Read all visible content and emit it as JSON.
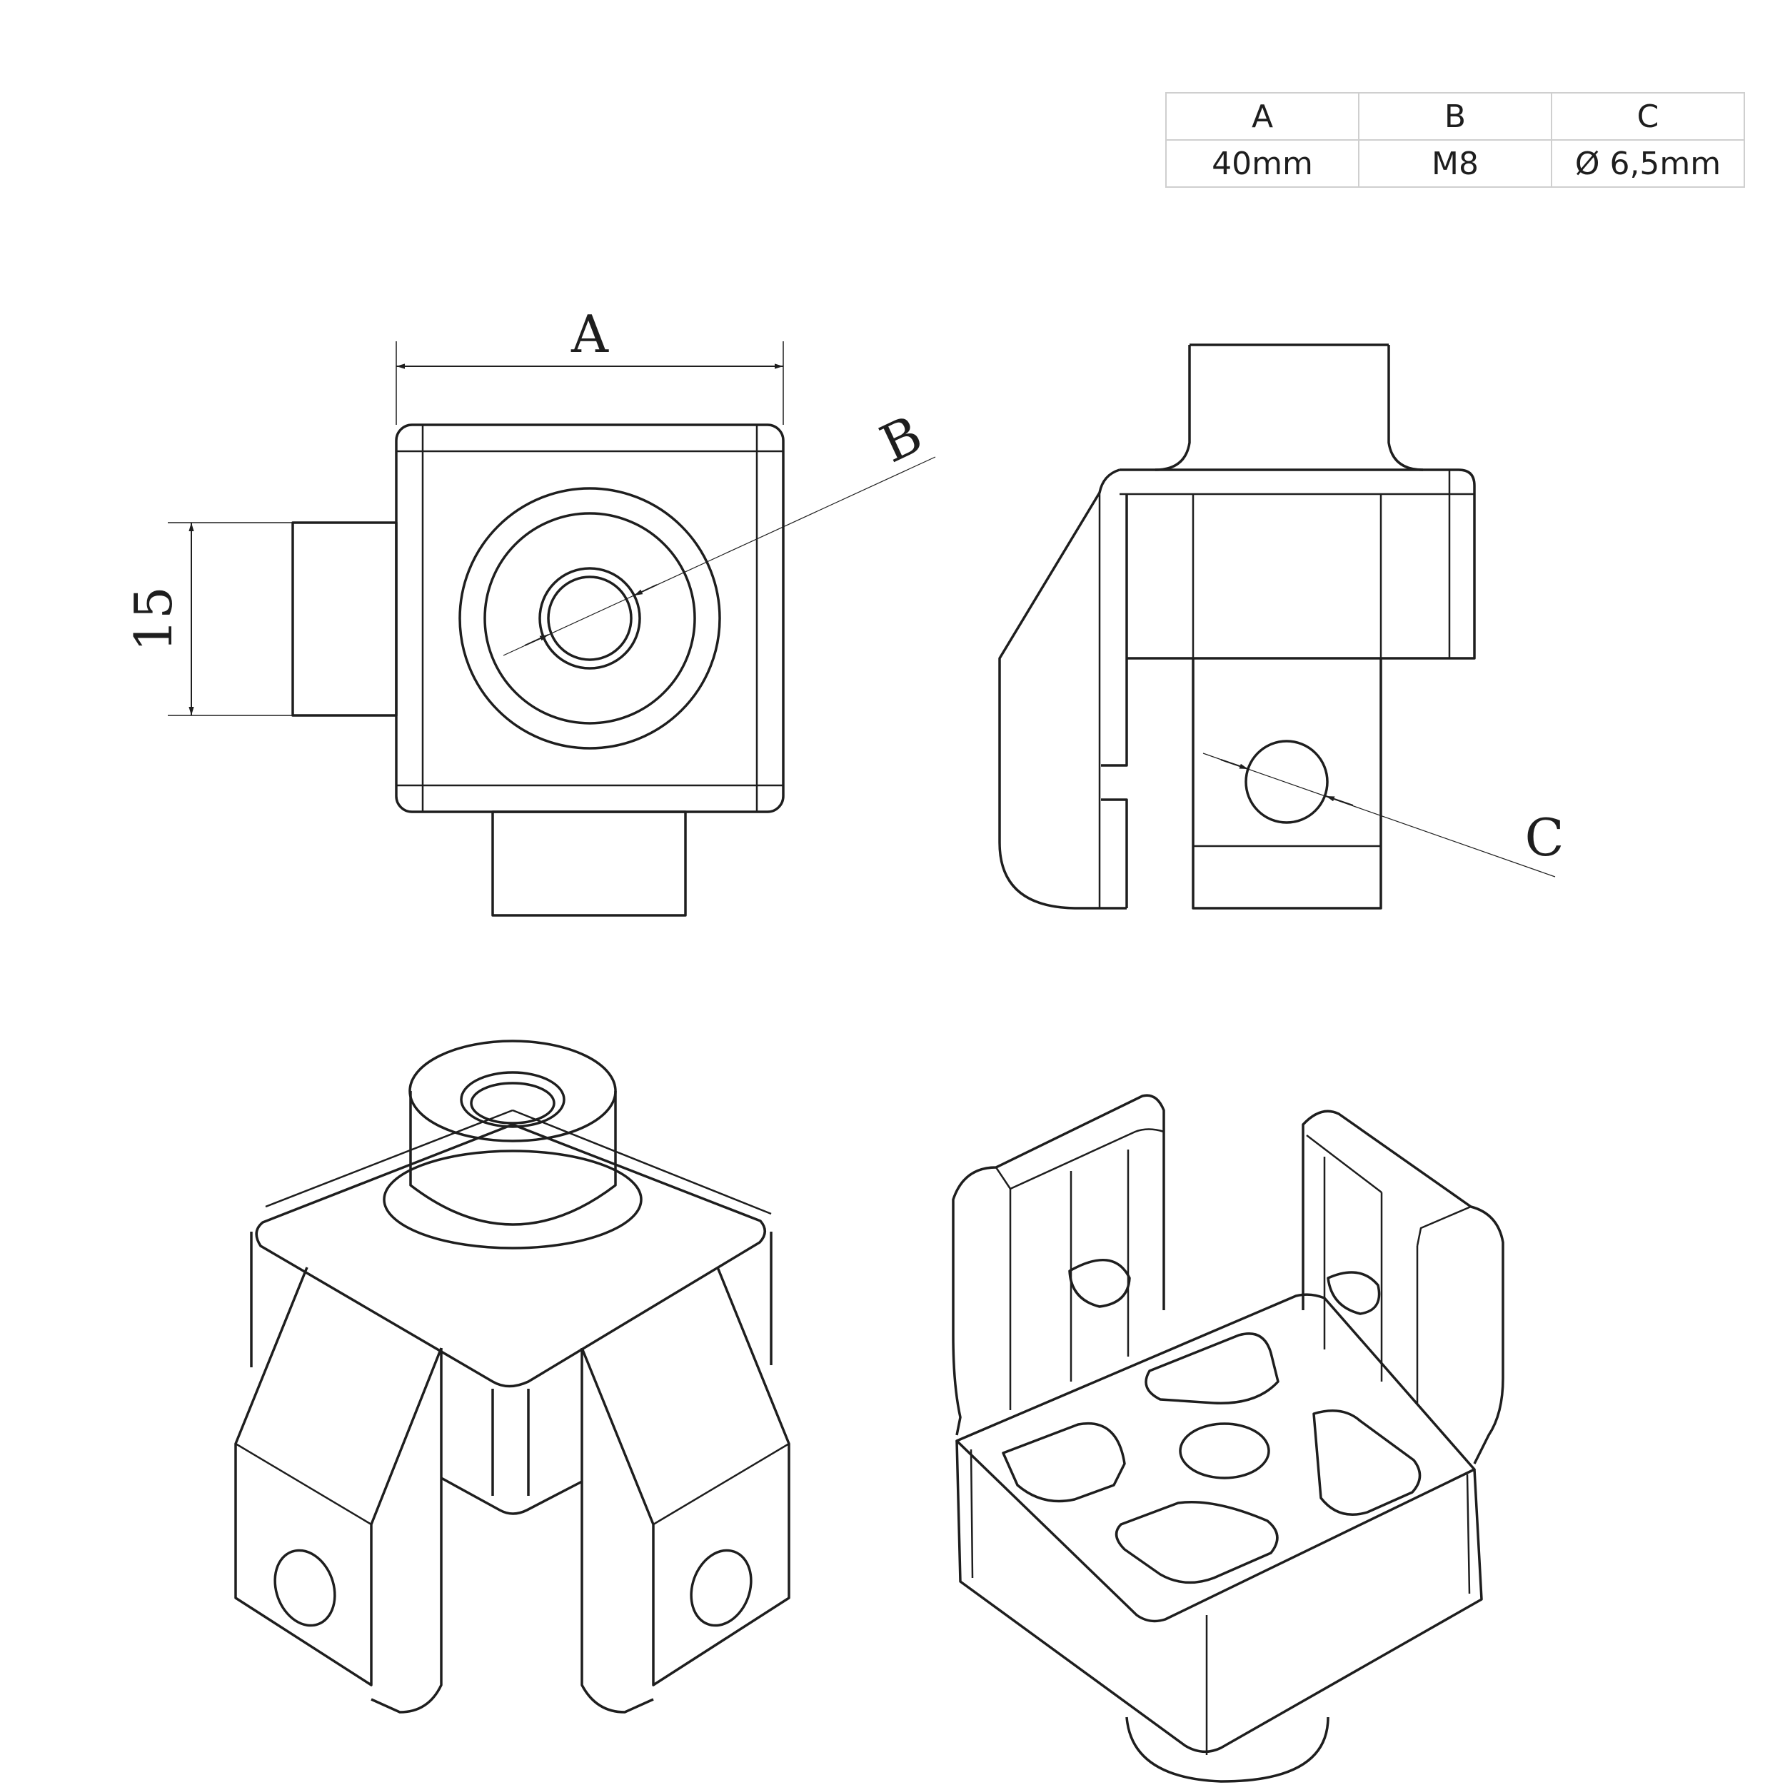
{
  "spec_table": {
    "headers": [
      "A",
      "B",
      "C"
    ],
    "values": [
      "40mm",
      "M8",
      "Ø 6,5mm"
    ]
  },
  "dimensions": {
    "width_label": "A",
    "thread_label": "B",
    "hole_label": "C",
    "height_value": "15"
  },
  "colors": {
    "line": "#1e1e1e",
    "table_border": "#cfcfcf",
    "background": "#ffffff"
  }
}
